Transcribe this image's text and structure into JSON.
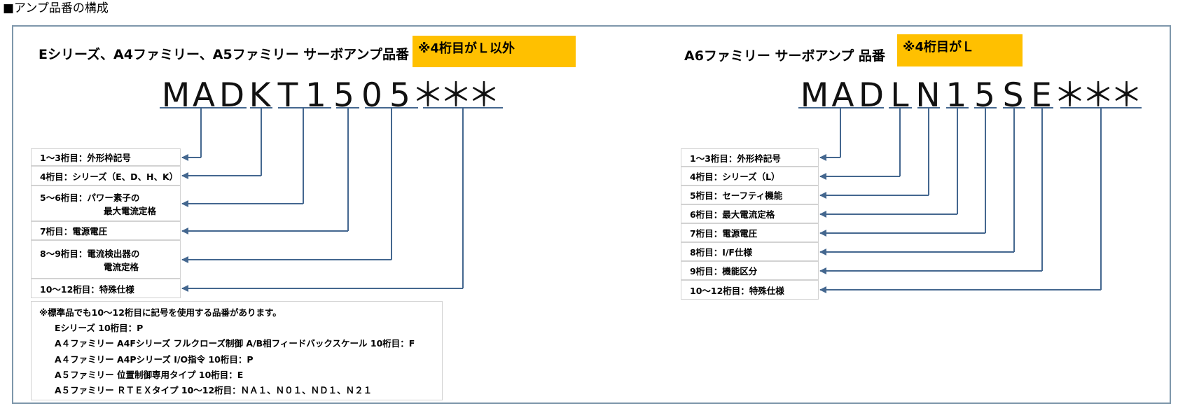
{
  "heading": "■アンプ品番の構成",
  "left": {
    "title": "Eシリーズ、A4ファミリー、A5ファミリー サーボアンプ品番",
    "badge": "※4桁目がＬ以外",
    "digits": [
      "M",
      "A",
      "D",
      "K",
      "T",
      "1",
      "5",
      "0",
      "5",
      "＊",
      "＊",
      "＊"
    ],
    "labels": [
      {
        "line1": "1～3桁目：外形枠記号"
      },
      {
        "line1": "4桁目：シリーズ（E、D、H、K）"
      },
      {
        "line1": "5～6桁目：パワー素子の",
        "line2": "最大電流定格"
      },
      {
        "line1": "7桁目：電源電圧"
      },
      {
        "line1": "8～9桁目：電流検出器の",
        "line2": "電流定格"
      },
      {
        "line1": "10～12桁目：特殊仕様"
      }
    ],
    "notes": [
      "※標準品でも10～12桁目に記号を使用する品番があります。",
      "Eシリーズ 10桁目：P",
      "A４ファミリー A4Fシリーズ フルクローズ制御 A/B相フィードバックスケール 10桁目：F",
      "A４ファミリー A4Pシリーズ I/O指令 10桁目：P",
      "A５ファミリー 位置制御専用タイプ 10桁目：E",
      "A５ファミリー ＲＴＥＸタイプ 10～12桁目：ＮＡ１、Ｎ０１、ＮＤ１、Ｎ２１"
    ]
  },
  "right": {
    "title": "A6ファミリー サーボアンプ 品番",
    "badge": "※4桁目がＬ",
    "digits": [
      "M",
      "A",
      "D",
      "L",
      "N",
      "1",
      "5",
      "S",
      "E",
      "＊",
      "＊",
      "＊"
    ],
    "labels": [
      {
        "line1": "1～3桁目：外形枠記号"
      },
      {
        "line1": "4桁目：シリーズ（L）"
      },
      {
        "line1": "5桁目：セーフティ機能"
      },
      {
        "line1": "6桁目：最大電流定格"
      },
      {
        "line1": "7桁目：電源電圧"
      },
      {
        "line1": "8桁目：I/F仕様"
      },
      {
        "line1": "9桁目：機能区分"
      },
      {
        "line1": "10～12桁目：特殊仕様"
      }
    ]
  },
  "colors": {
    "line": "#44678f",
    "badge": "#ffc000",
    "frame": "#7e97ab"
  }
}
